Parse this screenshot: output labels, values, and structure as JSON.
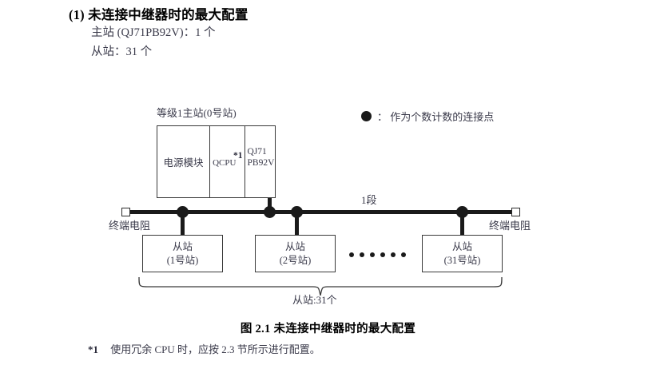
{
  "section": {
    "title": "(1) 未连接中继器时的最大配置",
    "specs": [
      "主站 (QJ71PB92V)：1 个",
      "从站：31 个"
    ]
  },
  "diagram": {
    "master": {
      "station_label": "等级1主站(0号站)",
      "power_module": "电源模块",
      "cpu_module": "QCPU",
      "cpu_footnote_marker": "*1",
      "network_module": "QJ71\nPB92V"
    },
    "legend": {
      "icon": "filled-circle-icon",
      "text": "： 作为个数计数的连接点"
    },
    "bus": {
      "segment_label": "1段",
      "terminal_left": "终端电阻",
      "terminal_right": "终端电阻"
    },
    "slaves": [
      {
        "name": "从站",
        "station": "(1号站)"
      },
      {
        "name": "从站",
        "station": "(2号站)"
      },
      {
        "name": "从站",
        "station": "(31号站)"
      }
    ],
    "ellipsis_count": 6,
    "brace_label": "从站:31个"
  },
  "caption": "图 2.1  未连接中继器时的最大配置",
  "footnote": {
    "marker": "*1",
    "text": "使用冗余 CPU 时，应按 2.3 节所示进行配置。"
  },
  "colors": {
    "ink": "#1a1a1a",
    "text": "#3a3a4a",
    "stroke": "#3a3a3a",
    "paper": "#ffffff"
  }
}
